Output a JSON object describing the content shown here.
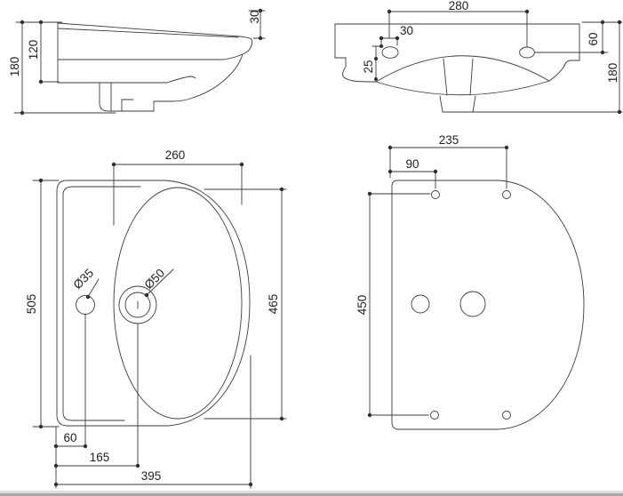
{
  "side_view": {
    "overall_height": "180",
    "basin_height": "120",
    "rim_drop": "30"
  },
  "rear_view": {
    "fixing_hole_spacing": "280",
    "fixing_hole_width": "30",
    "fixing_hole_height": "25",
    "fixing_hole_top_offset": "60",
    "overall_height": "180"
  },
  "top_view": {
    "bowl_width": "260",
    "overall_width": "505",
    "bowl_depth": "465",
    "tap_hole_diameter": "Ø35",
    "drain_diameter": "Ø50",
    "tap_hole_offset": "60",
    "drain_offset": "165",
    "overall_depth": "395"
  },
  "bottom_view": {
    "fixing_span": "235",
    "fixing_near_offset": "90",
    "fixing_depth": "450"
  }
}
